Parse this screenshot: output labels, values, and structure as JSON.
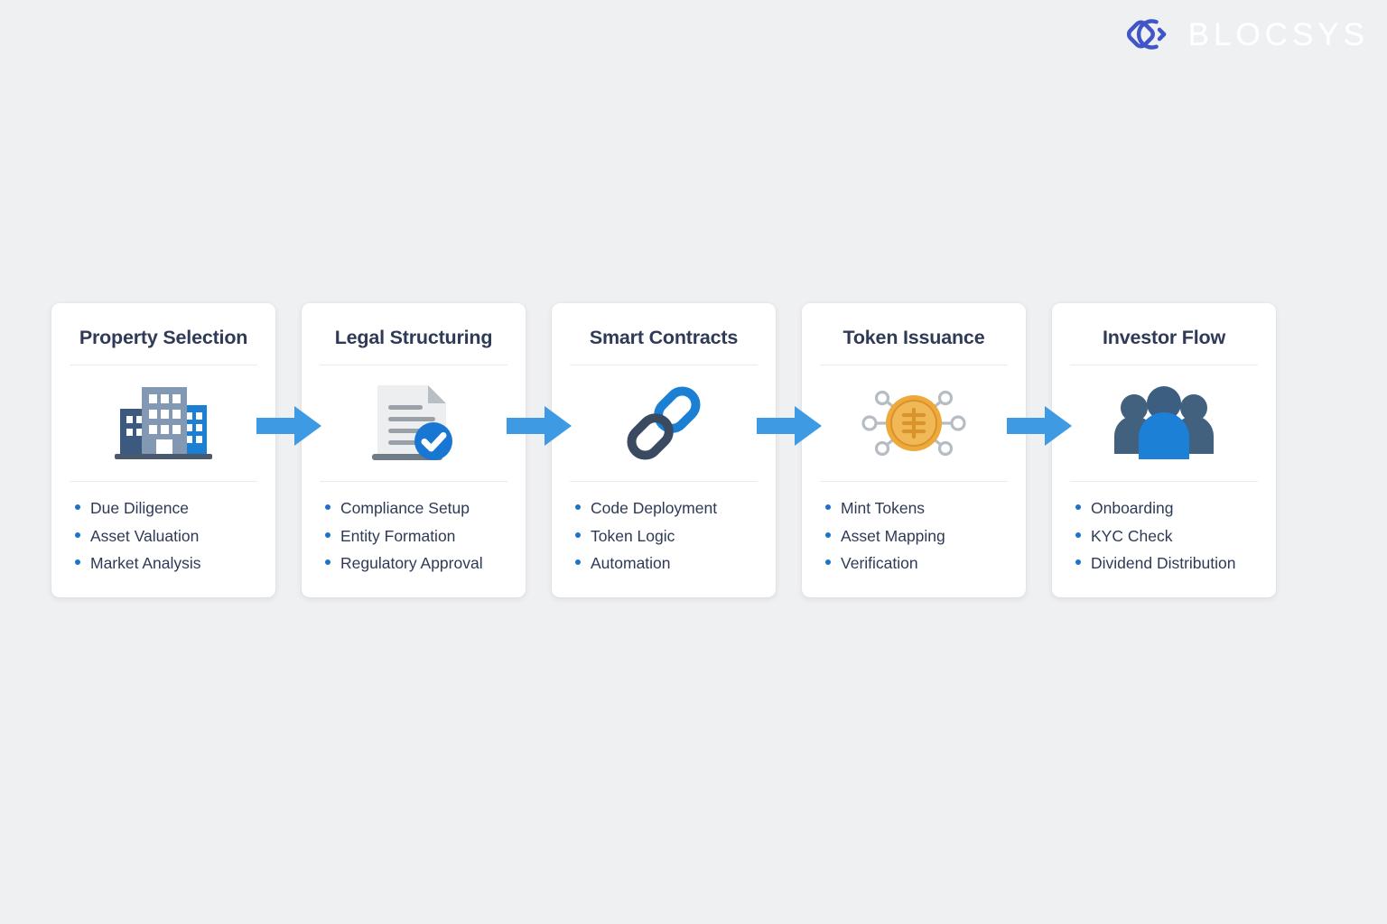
{
  "brand": {
    "name": "BLOCSYS",
    "logo_icon": "blocsys-interlocking-diamonds-logo",
    "logo_color": "#4055c8",
    "name_color": "#ffffff"
  },
  "theme": {
    "background": "#eff0f2",
    "card_background": "#ffffff",
    "title_color": "#2f3a57",
    "body_text_color": "#2e3a55",
    "bullet_color": "#1a73c8",
    "arrow_color": "#3d9ae3",
    "divider_color": "#e9ebee"
  },
  "flow": {
    "connector_icon": "arrow-right-icon",
    "steps": [
      {
        "title": "Property Selection",
        "icon": "office-buildings-icon",
        "bullets": [
          "Due Diligence",
          "Asset Valuation",
          "Market Analysis"
        ]
      },
      {
        "title": "Legal Structuring",
        "icon": "document-approved-icon",
        "bullets": [
          "Compliance Setup",
          "Entity Formation",
          "Regulatory Approval"
        ]
      },
      {
        "title": "Smart Contracts",
        "icon": "chain-link-icon",
        "bullets": [
          "Code Deployment",
          "Token Logic",
          "Automation"
        ]
      },
      {
        "title": "Token Issuance",
        "icon": "network-coin-icon",
        "bullets": [
          "Mint Tokens",
          "Asset Mapping",
          "Verification"
        ]
      },
      {
        "title": "Investor Flow",
        "icon": "people-group-icon",
        "bullets": [
          "Onboarding",
          "KYC Check",
          "Dividend Distribution"
        ]
      }
    ]
  }
}
